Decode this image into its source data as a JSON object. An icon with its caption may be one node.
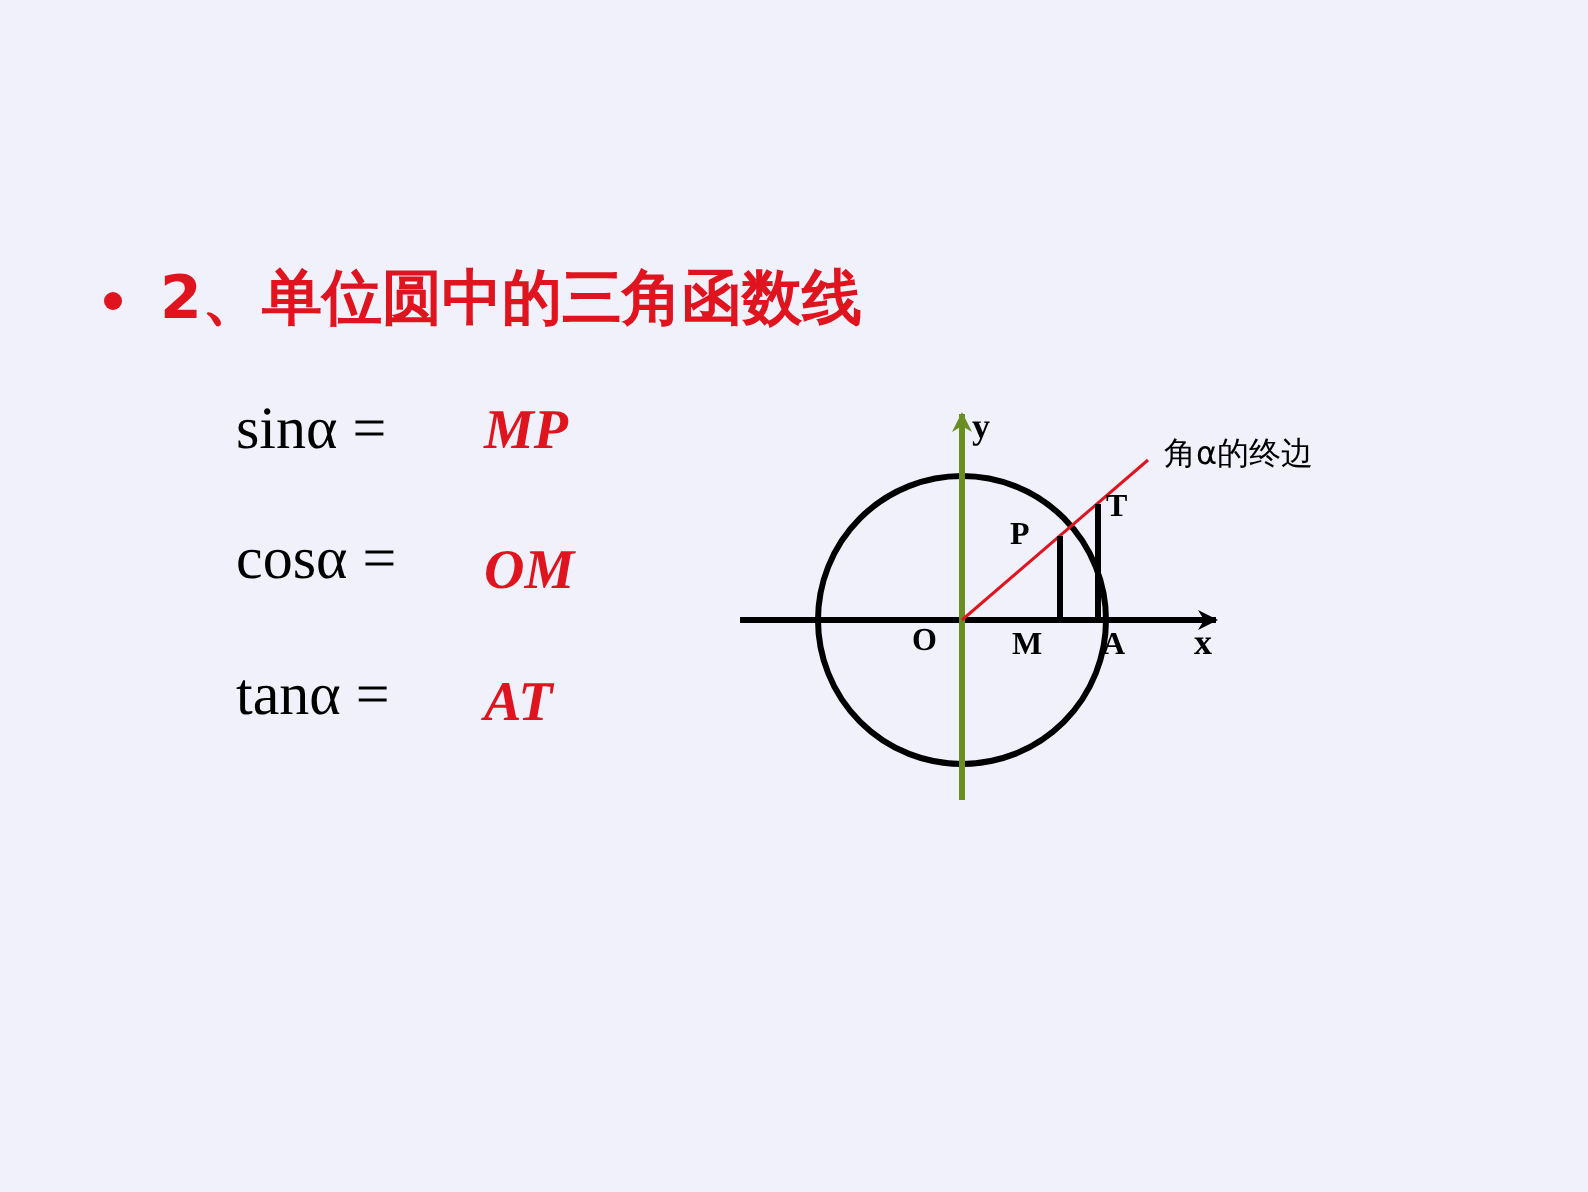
{
  "diagram": {
    "title": "2、单位圆中的三角函数线",
    "labels": [
      "sinα =",
      "MP",
      "角α的终边",
      "y",
      "T",
      "P",
      "cosα =",
      "OM",
      "O",
      "M",
      "A",
      "x",
      "tanα =",
      "AT"
    ]
  }
}
